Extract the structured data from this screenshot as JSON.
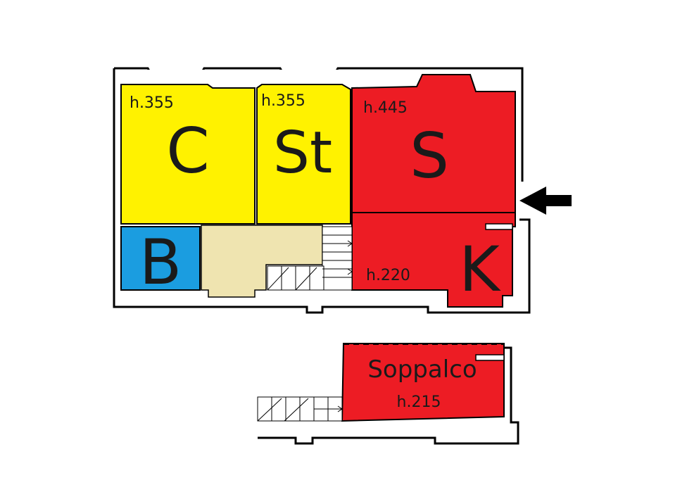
{
  "colors": {
    "wall": "#000000",
    "bedroom": "#fff200",
    "living": "#ed1c24",
    "bath": "#1b9de0",
    "hall": "#efe4b0",
    "background": "#ffffff"
  },
  "rooms": {
    "camera": {
      "letter": "C",
      "height": "h.355"
    },
    "studio": {
      "letter": "St",
      "height": "h.355"
    },
    "soggiorno": {
      "letter": "S",
      "height": "h.445"
    },
    "bagno": {
      "letter": "B"
    },
    "cucina": {
      "letter": "K",
      "height": "h.220"
    },
    "soppalco": {
      "name": "Soppalco",
      "height": "h.215"
    }
  },
  "icons": {
    "entrance": "arrow-left-icon"
  }
}
